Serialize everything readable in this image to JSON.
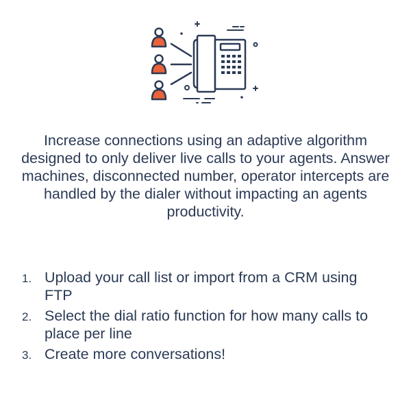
{
  "colors": {
    "text": "#2b3a55",
    "accent": "#e8623a",
    "line": "#2b3a55"
  },
  "illustration": {
    "icons": [
      "agent-icon",
      "agent-icon",
      "agent-icon",
      "desk-phone-icon"
    ]
  },
  "description": "Increase connections using an adaptive algorithm designed to only deliver live calls to your agents. Answer machines, disconnected number, operator intercepts are handled by the dialer without impacting an agents productivity.",
  "steps": [
    {
      "number": "1.",
      "text": "Upload your call list or import from a CRM using FTP"
    },
    {
      "number": "2.",
      "text": "Select the dial ratio function for how many calls to place per line"
    },
    {
      "number": "3.",
      "text": "Create more conversations!"
    }
  ]
}
